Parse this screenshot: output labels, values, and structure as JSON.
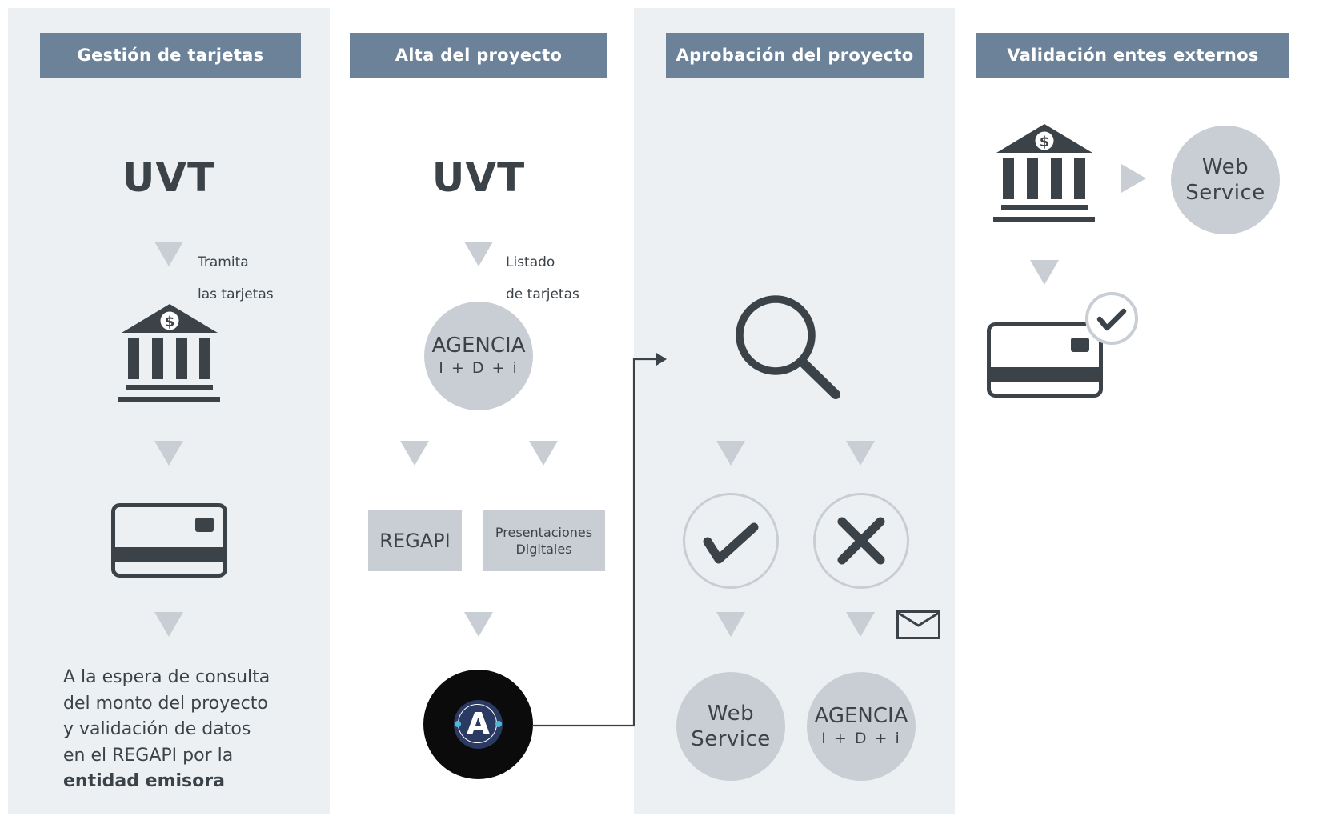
{
  "colors": {
    "panel_bg": "#ecf0f3",
    "header_bg": "#6b8299",
    "header_text": "#ffffff",
    "icon_dark": "#3b4349",
    "arrow_gray": "#c9ced4",
    "bubble_gray": "#c9ced4",
    "logo_black": "#0b0b0b",
    "logo_navy": "#2b3a63",
    "logo_accent": "#4fb8d8"
  },
  "columns": [
    {
      "header": "Gestión de tarjetas",
      "title": "UVT",
      "arrow_note": [
        "Tramita",
        "las tarjetas"
      ],
      "icons": [
        "bank-icon",
        "credit-card-icon"
      ],
      "description": {
        "lines": [
          "A la espera de consulta",
          "del monto del proyecto",
          "y validación de datos",
          "en el REGAPI por la"
        ],
        "bold": "entidad emisora"
      }
    },
    {
      "header": "Alta del proyecto",
      "title": "UVT",
      "arrow_note": [
        "Listado",
        "de tarjetas"
      ],
      "agency": {
        "line1": "AGENCIA",
        "line2": "I + D + i"
      },
      "boxes": [
        {
          "label": "REGAPI"
        },
        {
          "line1": "Presentaciones",
          "line2": "Digitales"
        }
      ],
      "logo": {
        "letter": "A",
        "icon": "aceleradora-logo"
      }
    },
    {
      "header": "Aprobación del proyecto",
      "icons": [
        "magnifier-icon",
        "approved-check-icon",
        "rejected-x-icon",
        "envelope-icon"
      ],
      "outcomes": [
        {
          "line1": "Web",
          "line2": "Service"
        },
        {
          "line1": "AGENCIA",
          "line2": "I + D + i"
        }
      ]
    },
    {
      "header": "Validación entes externos",
      "icons": [
        "bank-icon",
        "validated-card-icon"
      ],
      "web_service": {
        "line1": "Web",
        "line2": "Service"
      }
    }
  ]
}
